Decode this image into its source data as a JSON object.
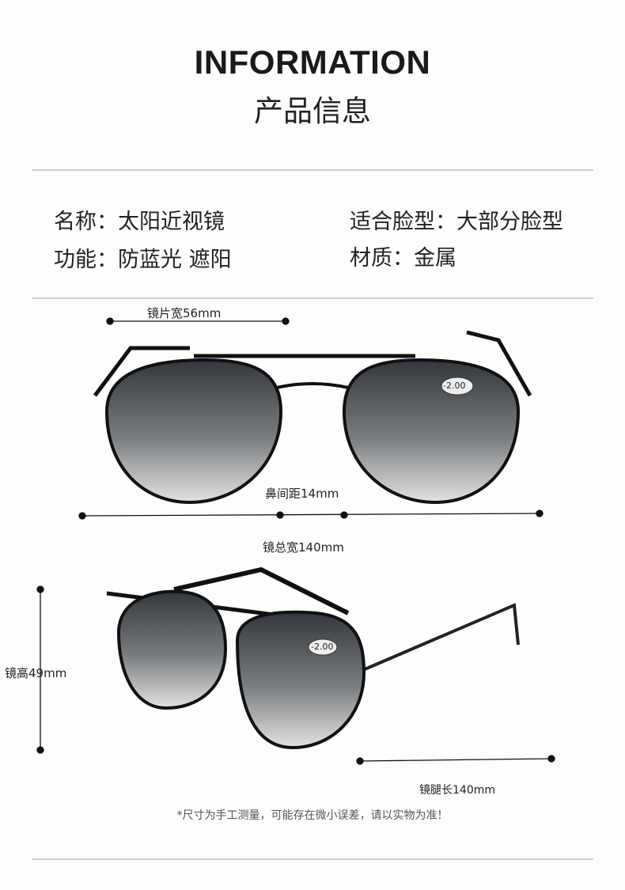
{
  "header": {
    "title_en": "INFORMATION",
    "title_cn": "产品信息"
  },
  "info": {
    "name": "名称：太阳近视镜",
    "function": "功能：防蓝光 遮阳",
    "face_shape": "适合脸型：大部分脸型",
    "material": "材质：金属"
  },
  "dimensions": {
    "lens_width": "镜片宽56mm",
    "bridge": "鼻间距14mm",
    "total_width": "镜总宽140mm",
    "lens_height": "镜高49mm",
    "temple_length": "镜腿长140mm"
  },
  "lens_mark": "-2.00",
  "note": "*尺寸为手工测量，可能存在微小误差，请以实物为准！",
  "colors": {
    "rule": "#cfcfcf",
    "lens_dark": "#3a3e42",
    "lens_light": "#d8d8d8"
  }
}
